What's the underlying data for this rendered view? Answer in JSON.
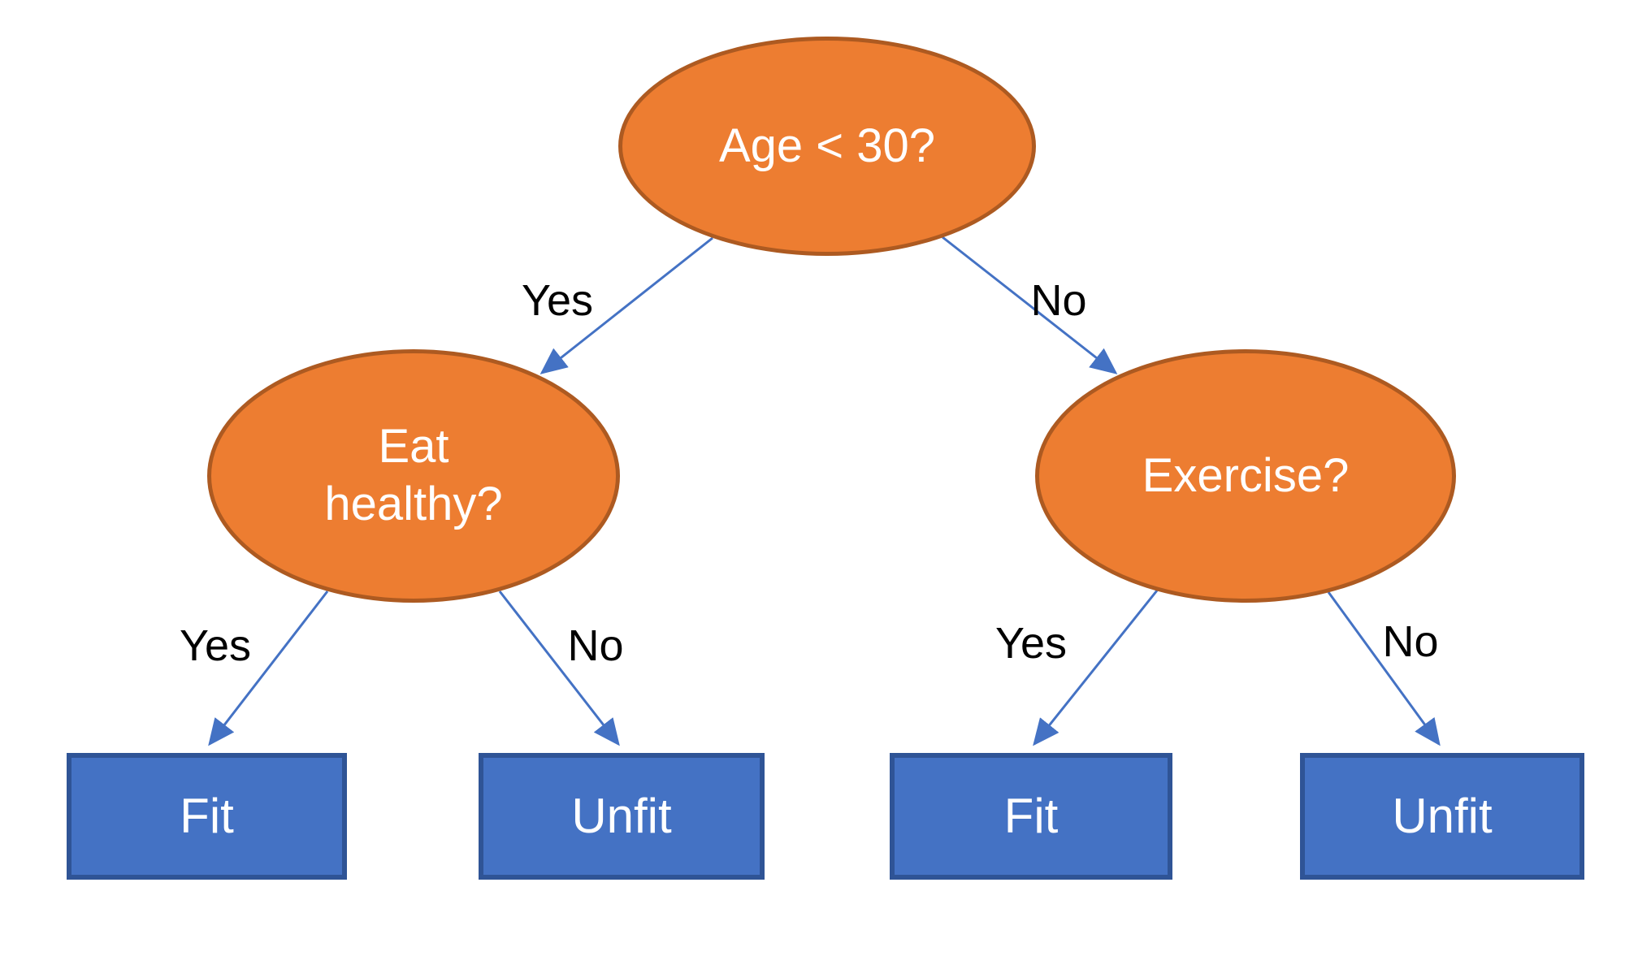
{
  "diagram": {
    "type": "decision-tree",
    "background": "#ffffff",
    "colors": {
      "decision_fill": "#ED7D31",
      "decision_border": "#AD5A21",
      "leaf_fill": "#4472C4",
      "leaf_border": "#2F5496",
      "arrow": "#4472C4",
      "node_text": "#ffffff",
      "edge_label_text": "#000000"
    },
    "nodes": {
      "root": {
        "label": "Age < 30?",
        "shape": "ellipse"
      },
      "eat_healthy": {
        "label": "Eat healthy?",
        "shape": "ellipse"
      },
      "exercise": {
        "label": "Exercise?",
        "shape": "ellipse"
      },
      "fit_left": {
        "label": "Fit",
        "shape": "rect"
      },
      "unfit_left": {
        "label": "Unfit",
        "shape": "rect"
      },
      "fit_right": {
        "label": "Fit",
        "shape": "rect"
      },
      "unfit_right": {
        "label": "Unfit",
        "shape": "rect"
      }
    },
    "edges": [
      {
        "from": "root",
        "to": "eat_healthy",
        "label": "Yes"
      },
      {
        "from": "root",
        "to": "exercise",
        "label": "No"
      },
      {
        "from": "eat_healthy",
        "to": "fit_left",
        "label": "Yes"
      },
      {
        "from": "eat_healthy",
        "to": "unfit_left",
        "label": "No"
      },
      {
        "from": "exercise",
        "to": "fit_right",
        "label": "Yes"
      },
      {
        "from": "exercise",
        "to": "unfit_right",
        "label": "No"
      }
    ]
  }
}
